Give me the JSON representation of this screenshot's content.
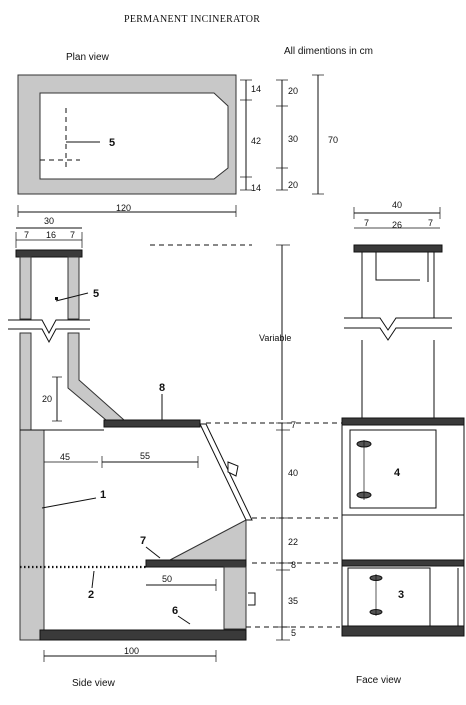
{
  "title": "PERMANENT INCINERATOR",
  "views": {
    "plan": "Plan view",
    "side": "Side view",
    "face": "Face view"
  },
  "note": "All dimentions in cm",
  "plan_dims": {
    "left_top": "14",
    "left_mid": "42",
    "left_bottom": "14",
    "right_top": "20",
    "right_mid": "30",
    "right_bottom": "20",
    "total_height": "70",
    "total_width": "120"
  },
  "side_dims": {
    "chimney_total": "30",
    "chimney_wall_left": "7",
    "chimney_inner": "16",
    "chimney_wall_right": "7",
    "throat_height": "20",
    "wall_thickness": "45",
    "chamber_depth": "55",
    "grate_length": "50",
    "base_length": "100",
    "chimney_height": "Variable"
  },
  "vertical_dims": {
    "top_slab": "7",
    "upper_chamber": "40",
    "slope": "22",
    "grate": "8",
    "ash_pit": "35",
    "base": "5"
  },
  "face_dims": {
    "total": "40",
    "wall_left": "7",
    "inner": "26",
    "wall_right": "7"
  },
  "labels": {
    "furnace": "1",
    "grate": "2",
    "ash_door": "3",
    "feed_door": "4",
    "chimney": "5",
    "ash_pit": "6",
    "slope": "7",
    "top_slab": "8"
  }
}
